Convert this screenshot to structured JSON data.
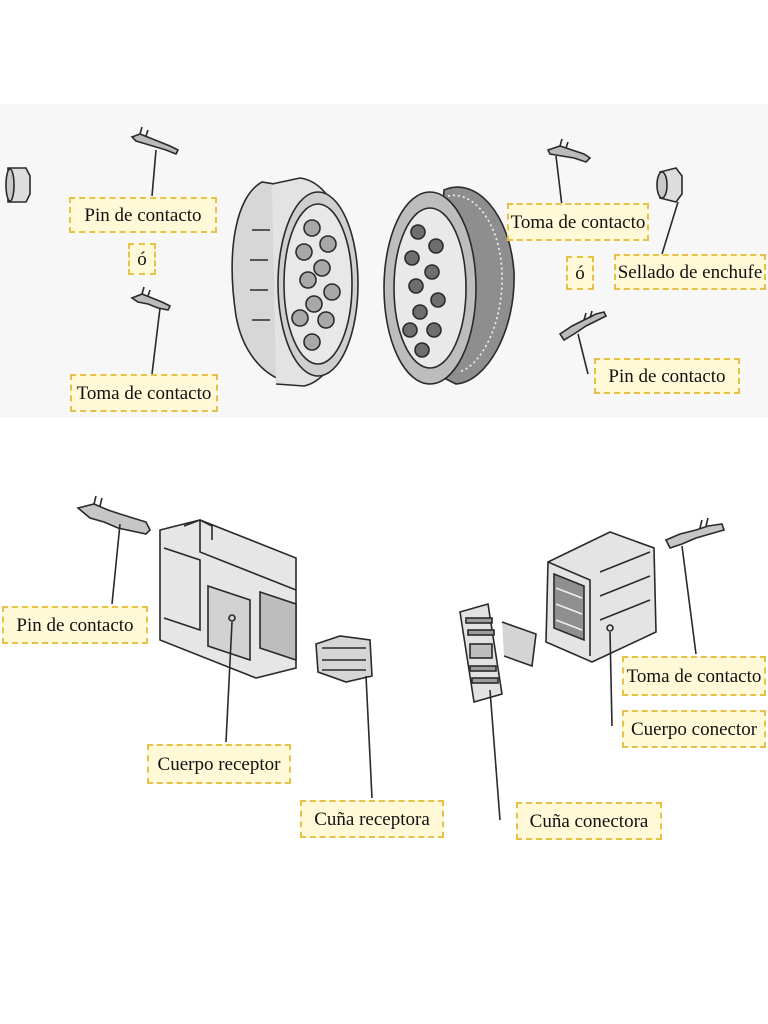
{
  "top_section": {
    "left_callouts": {
      "pin": "Pin de contacto",
      "or": "ó",
      "socket": "Toma de contacto"
    },
    "right_callouts": {
      "socket": "Toma de contacto",
      "or": "ó",
      "seal": "Sellado de enchufe",
      "pin": "Pin de contacto"
    }
  },
  "bottom_section": {
    "left_callouts": {
      "pin": "Pin de contacto",
      "receptacle_body": "Cuerpo receptor",
      "receptacle_wedge": "Cuña receptora"
    },
    "right_callouts": {
      "socket": "Toma de contacto",
      "connector_body": "Cuerpo conector",
      "connector_wedge": "Cuña conectora"
    }
  },
  "colors": {
    "callout_fill": "#fff9d8",
    "callout_border": "#e7c24b",
    "line_art": "#2a2a2a"
  }
}
